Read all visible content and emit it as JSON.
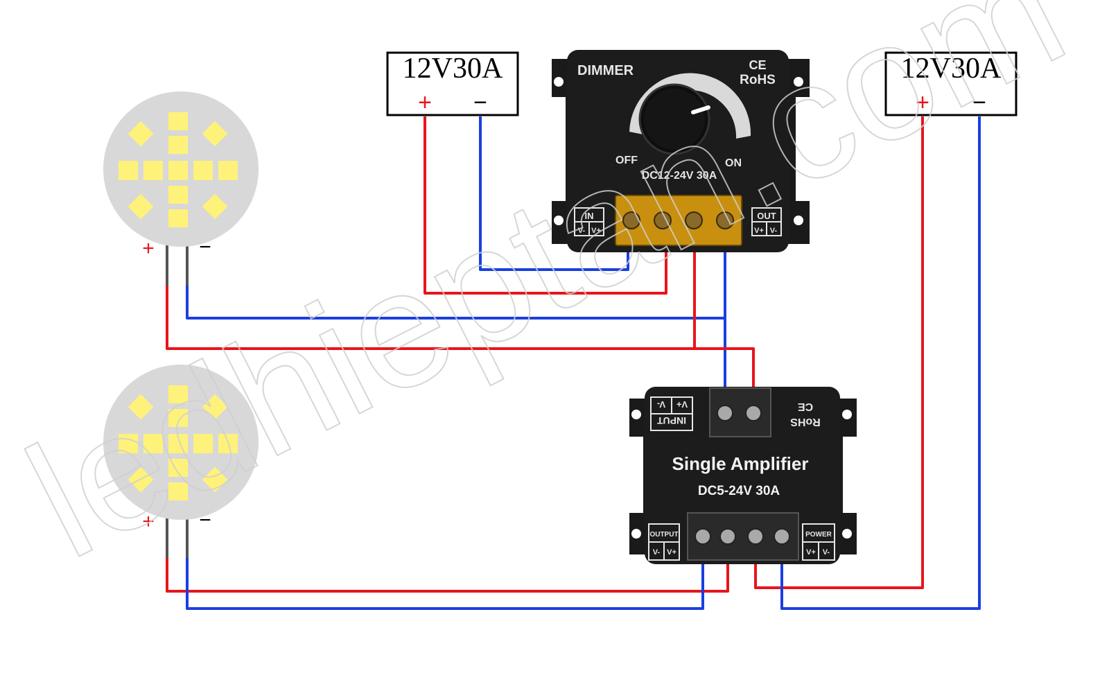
{
  "power_supply_left": {
    "label": "12V30A",
    "plus": "+",
    "minus": "−"
  },
  "power_supply_right": {
    "label": "12V30A",
    "plus": "+",
    "minus": "−"
  },
  "dimmer": {
    "title": "DIMMER",
    "ce_mark": "CE",
    "rohs": "RoHS",
    "off_label": "OFF",
    "on_label": "ON",
    "rating": "DC12-24V 30A",
    "in_label": "IN",
    "in_vminus": "V-",
    "in_vplus": "V+",
    "out_label": "OUT",
    "out_vplus": "V+",
    "out_vminus": "V-"
  },
  "amplifier": {
    "title": "Single Amplifier",
    "rating": "DC5-24V 30A",
    "input_label": "INPUT",
    "input_vminus": "V-",
    "input_vplus": "V+",
    "rohs": "RoHS",
    "ce_mark": "CE",
    "output_label": "OUTPUT",
    "output_vminus": "V-",
    "output_vplus": "V+",
    "power_label": "POWER",
    "power_vplus": "V+",
    "power_vminus": "V-"
  },
  "lamp_top": {
    "plus": "+",
    "minus": "−"
  },
  "lamp_bottom": {
    "plus": "+",
    "minus": "−"
  },
  "watermark": "ledhieptan.com",
  "colors": {
    "positive_wire": "#e8141c",
    "negative_wire": "#1a3fe0",
    "device_body": "#1c1c1c",
    "terminal_block": "#c8900e",
    "led_chip": "#fff27a",
    "lamp_board": "#d8d8d8"
  }
}
